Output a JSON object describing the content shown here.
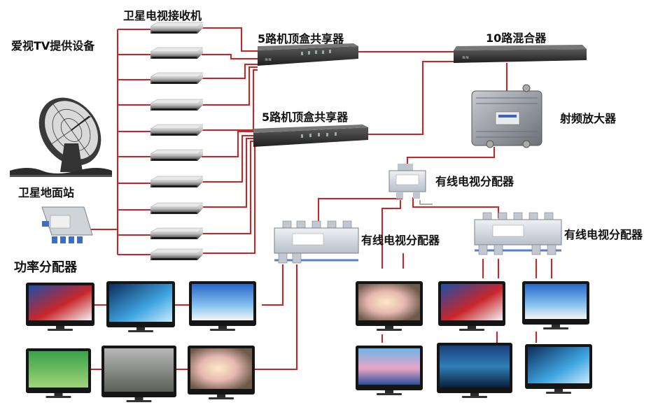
{
  "labels": {
    "source": "爱视TV提供设备",
    "receivers": "卫星电视接收机",
    "earth_station": "卫星地面站",
    "power_splitter": "功率分配器",
    "combiner_a": "5路机顶盒共享器",
    "combiner_b": "5路机顶盒共享器",
    "mixer": "10路混合器",
    "amplifier": "射频放大器",
    "splitter_top": "有线电视分配器",
    "splitter_left": "有线电视分配器",
    "splitter_right": "有线电视分配器"
  },
  "colors": {
    "cable": "#d42020",
    "cable_gray": "#909090",
    "device_dark": "#2a2a2a",
    "splitter_body": "#d6dbe2",
    "splitter_accent": "#5a7fc4",
    "amp_body": "#8a9098"
  },
  "icons": {
    "dish": "satellite-dish-icon",
    "receiver": "set-top-box-icon",
    "tv": "television-icon",
    "splitter": "splitter-icon"
  },
  "receiver_count": 10,
  "tv_count": 12
}
